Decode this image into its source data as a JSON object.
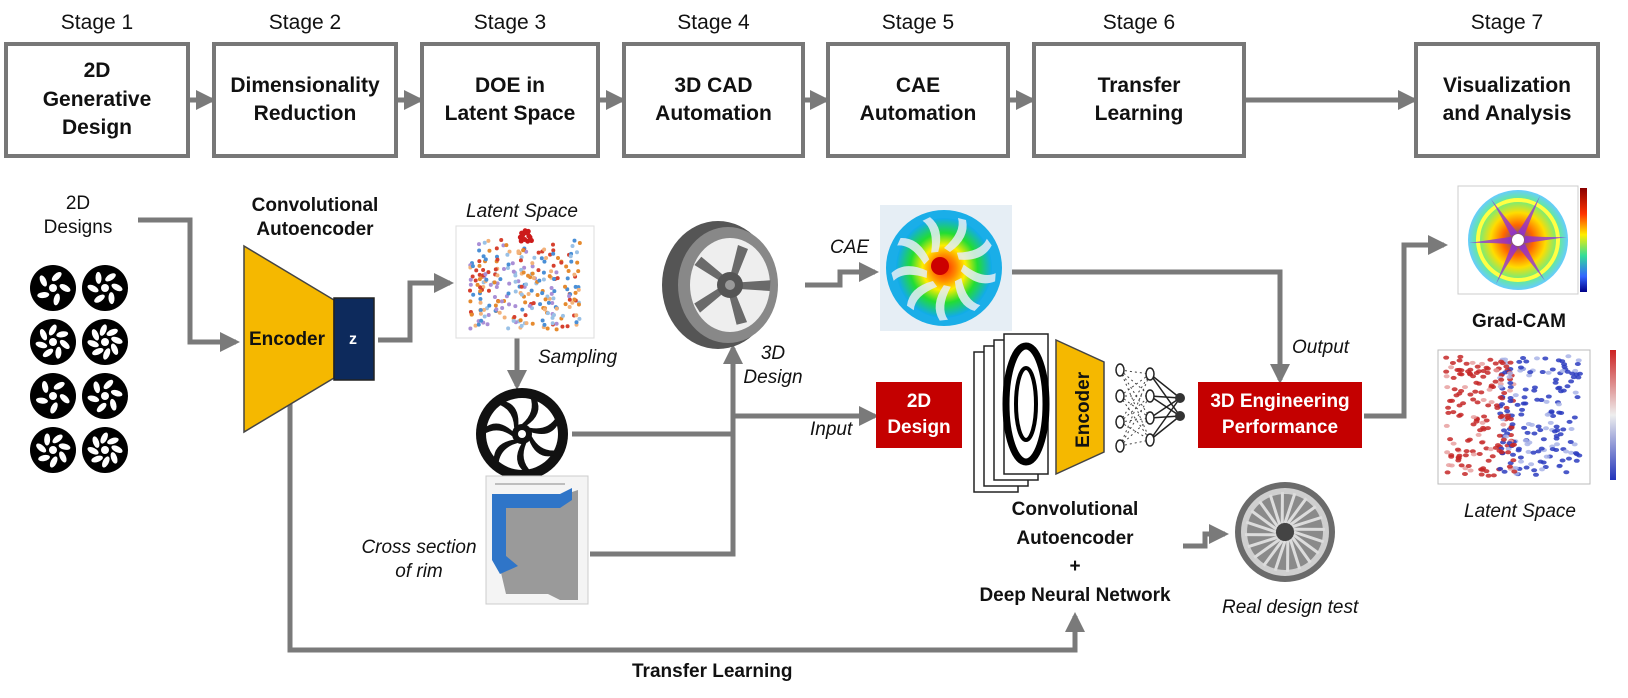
{
  "stages": [
    {
      "label": "Stage 1",
      "title": "2D\nGenerative\nDesign"
    },
    {
      "label": "Stage 2",
      "title": "Dimensionality\nReduction"
    },
    {
      "label": "Stage 3",
      "title": "DOE in\nLatent Space"
    },
    {
      "label": "Stage 4",
      "title": "3D CAD\nAutomation"
    },
    {
      "label": "Stage 5",
      "title": "CAE\nAutomation"
    },
    {
      "label": "Stage 6",
      "title": "Transfer\nLearning"
    },
    {
      "label": "Stage 7",
      "title": "Visualization\nand Analysis"
    }
  ],
  "labels": {
    "designs_2d": "2D\nDesigns",
    "conv_autoencoder": "Convolutional\nAutoencoder",
    "encoder": "Encoder",
    "z": "z",
    "latent_space_top": "Latent Space",
    "sampling": "Sampling",
    "cross_section": "Cross section\nof rim",
    "design_3d": "3D\nDesign",
    "cae": "CAE",
    "input": "Input",
    "design_2d_box": "2D\nDesign",
    "encoder_vertical": "Encoder",
    "output": "Output",
    "engineering_perf": "3D Engineering\nPerformance",
    "model_caption": "Convolutional\nAutoencoder\n+\nDeep Neural Network",
    "real_design_test": "Real design test",
    "transfer_learning": "Transfer Learning",
    "grad_cam": "Grad-CAM",
    "latent_space_bottom": "Latent Space"
  },
  "colors": {
    "stage_border": "#777777",
    "arrow": "#7a7a7a",
    "encoder_fill": "#f5b800",
    "z_fill": "#0d2a5c",
    "red_box": "#c40000"
  }
}
